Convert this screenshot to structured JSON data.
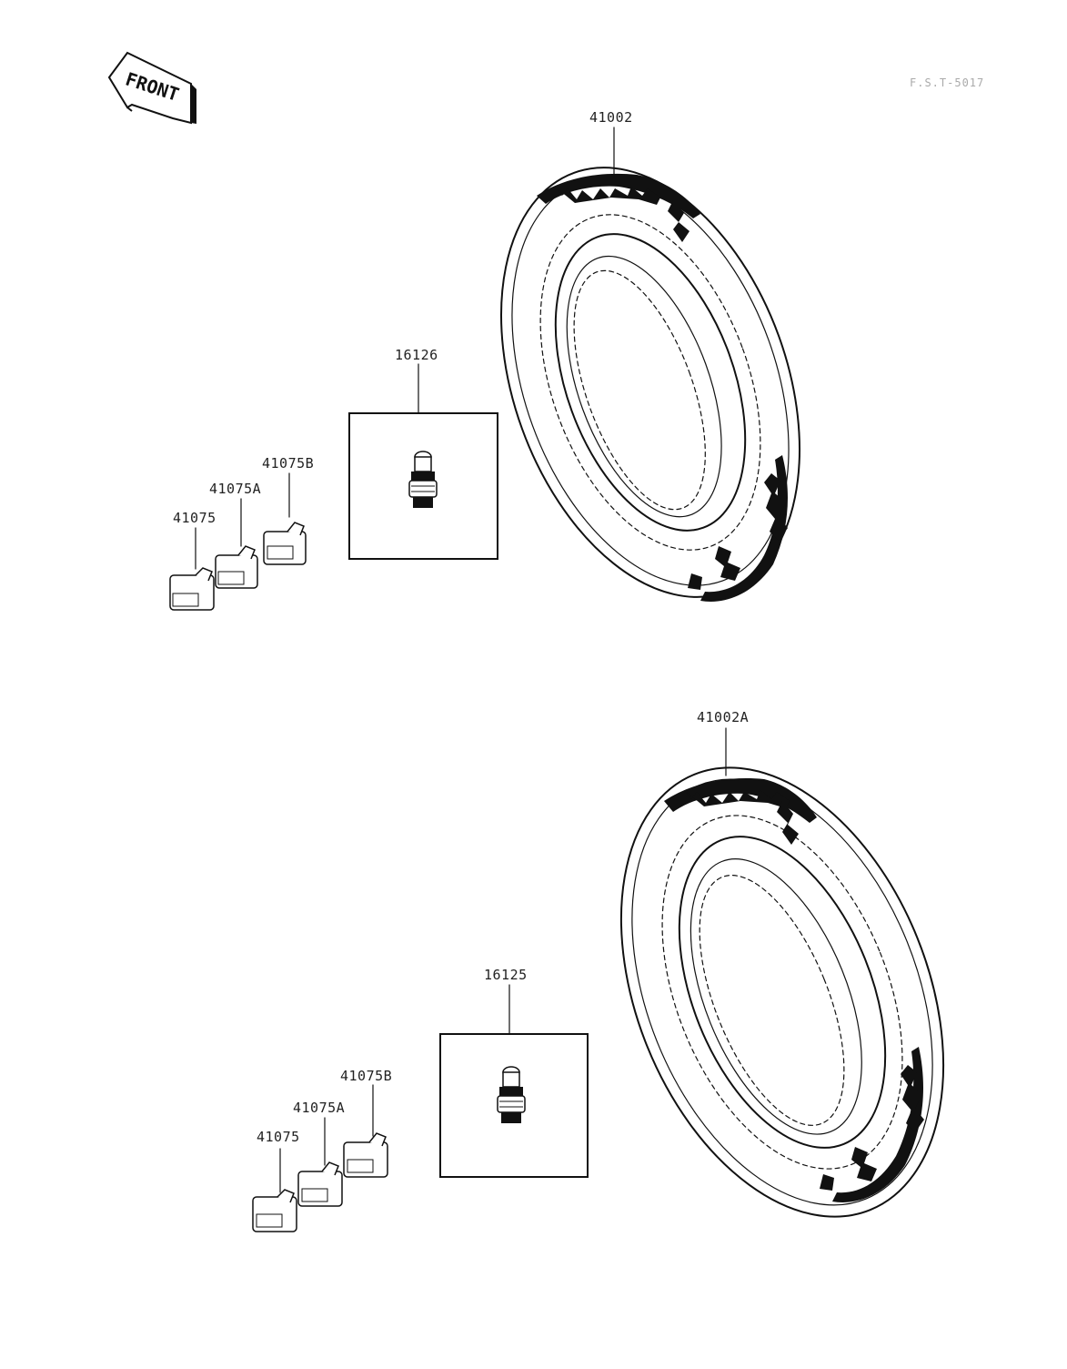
{
  "page": {
    "ref_code": "F.S.T-5017",
    "front_label": "FRONT"
  },
  "upper_assembly": {
    "tire_part": "41002",
    "valve_part": "16126",
    "weights": [
      "41075",
      "41075A",
      "41075B"
    ]
  },
  "lower_assembly": {
    "tire_part": "41002A",
    "valve_part": "16125",
    "weights": [
      "41075",
      "41075A",
      "41075B"
    ]
  }
}
